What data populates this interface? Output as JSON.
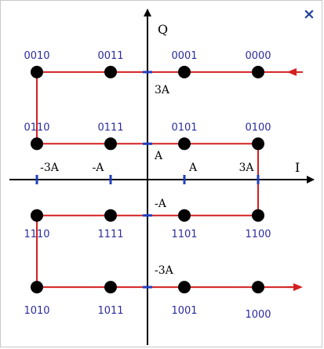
{
  "close_icon": "×",
  "axes": {
    "x_label": "I",
    "y_label": "Q"
  },
  "ticks": {
    "x": [
      {
        "value": -3,
        "label": "-3A"
      },
      {
        "value": -1,
        "label": "-A"
      },
      {
        "value": 1,
        "label": "A"
      },
      {
        "value": 3,
        "label": "3A"
      }
    ],
    "y": [
      {
        "value": 3,
        "label": "3A"
      },
      {
        "value": 1,
        "label": "A"
      },
      {
        "value": -1,
        "label": "-A"
      },
      {
        "value": -3,
        "label": "-3A"
      }
    ]
  },
  "constellation": [
    {
      "i": -3,
      "q": 3,
      "code": "0010"
    },
    {
      "i": -1,
      "q": 3,
      "code": "0011"
    },
    {
      "i": 1,
      "q": 3,
      "code": "0001"
    },
    {
      "i": 3,
      "q": 3,
      "code": "0000"
    },
    {
      "i": -3,
      "q": 1,
      "code": "0110"
    },
    {
      "i": -1,
      "q": 1,
      "code": "0111"
    },
    {
      "i": 1,
      "q": 1,
      "code": "0101"
    },
    {
      "i": 3,
      "q": 1,
      "code": "0100"
    },
    {
      "i": -3,
      "q": -1,
      "code": "1110"
    },
    {
      "i": -1,
      "q": -1,
      "code": "1111"
    },
    {
      "i": 1,
      "q": -1,
      "code": "1101"
    },
    {
      "i": 3,
      "q": -1,
      "code": "1100"
    },
    {
      "i": -3,
      "q": -3,
      "code": "1010"
    },
    {
      "i": -1,
      "q": -3,
      "code": "1011"
    },
    {
      "i": 1,
      "q": -3,
      "code": "1001"
    },
    {
      "i": 3,
      "q": -3,
      "code": "1000"
    }
  ],
  "path": {
    "color": "#d42020",
    "points": [
      [
        4,
        3
      ],
      [
        -3,
        3
      ],
      [
        -3,
        1
      ],
      [
        3,
        1
      ],
      [
        3,
        -1
      ],
      [
        -3,
        -1
      ],
      [
        -3,
        -3
      ],
      [
        4,
        -3
      ]
    ],
    "arrow_segments": [
      0,
      6
    ]
  },
  "colors": {
    "dot": "#000000",
    "axis_tick": "#1f3fbf",
    "code_text": "#2b2b9e"
  }
}
